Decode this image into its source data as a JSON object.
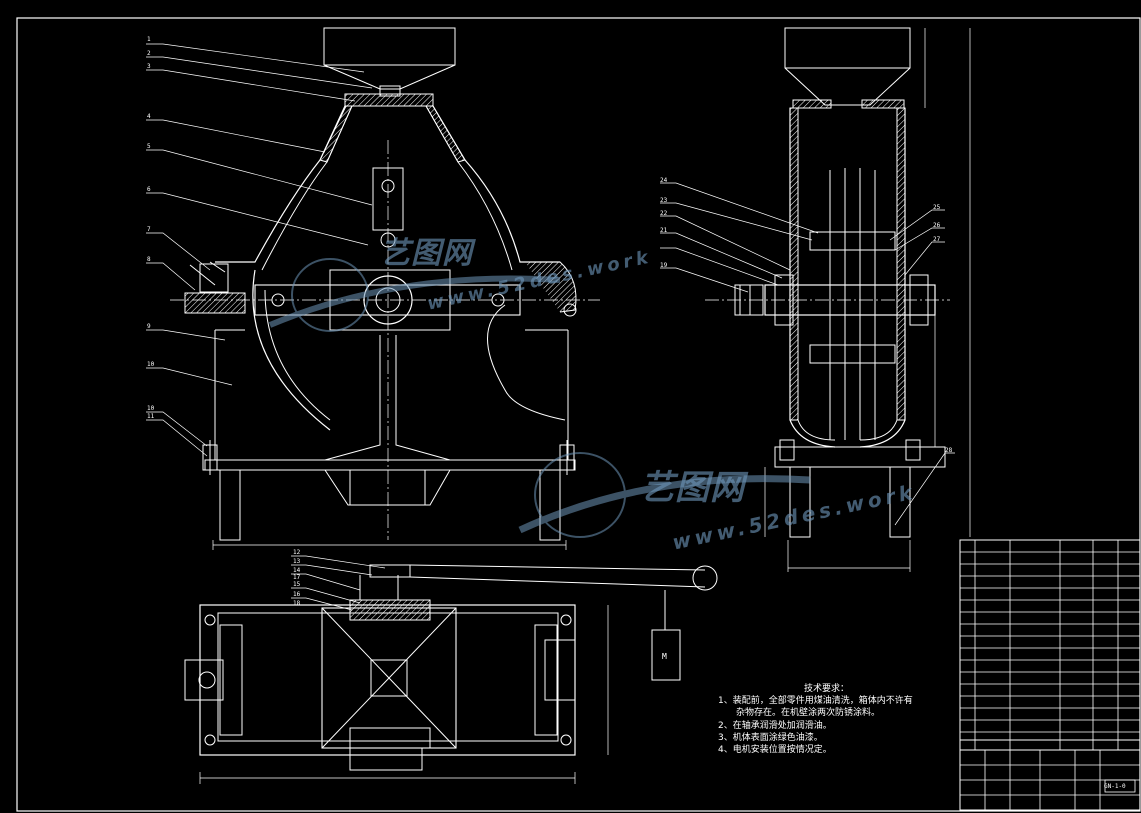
{
  "part_numbers": [
    "1",
    "2",
    "3",
    "4",
    "5",
    "6",
    "7",
    "8",
    "9",
    "10",
    "10",
    "11",
    "12",
    "13",
    "14",
    "15",
    "16",
    "17",
    "18",
    "19",
    "21",
    "22",
    "23",
    "24",
    "25",
    "26",
    "27",
    "28"
  ],
  "motor_label": "M",
  "technical_requirements": {
    "title": "技术要求：",
    "items": [
      "1、装配前，全部零件用煤油清洗，箱体内不许有",
      "杂物存在。在机壁涂两次防锈涂料。",
      "2、在轴承润滑处加润滑油。",
      "3、机体表面涂绿色油漆。",
      "4、电机安装位置按情况定。"
    ]
  },
  "watermark": {
    "brand": "艺图网",
    "site": "www.52des.work"
  },
  "title_block": {
    "drawing_code": "GN-1-0"
  },
  "colors": {
    "background": "#000000",
    "line": "#ffffff",
    "watermark": "#6d95b8"
  }
}
